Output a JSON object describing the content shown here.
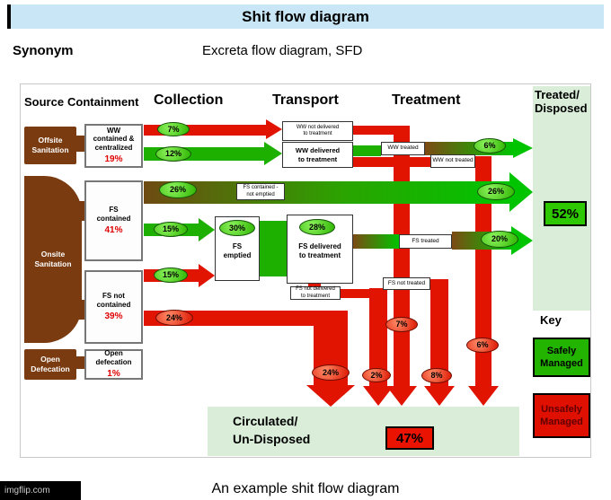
{
  "header": {
    "title": "Shit flow diagram"
  },
  "synonym": {
    "label": "Synonym",
    "value": "Excreta flow diagram, SFD"
  },
  "caption": "An example shit flow diagram",
  "watermark": "imgflip.com",
  "colors": {
    "header_blue": "#c9e6f6",
    "safely_managed_green": "#23b400",
    "unsafely_managed_red": "#e01400",
    "source_brown": "#7a3b10",
    "treated_band_green": "#d9edd9",
    "pct_red_text": "#e00000"
  },
  "diagram": {
    "columns": {
      "source": "Source",
      "containment": "Containment",
      "collection": "Collection",
      "transport": "Transport",
      "treatment": "Treatment"
    },
    "sources": {
      "offsite": "Offsite\nSanitation",
      "onsite": "Onsite\nSanitation",
      "open_defecation": "Open\nDefecation"
    },
    "containment": {
      "ww": {
        "label": "WW\ncontained &\ncentralized",
        "pct": "19%"
      },
      "fs_contained": {
        "label": "FS\ncontained",
        "pct": "41%"
      },
      "fs_not_contained": {
        "label": "FS not\ncontained",
        "pct": "39%"
      },
      "open_defecation": {
        "label": "Open\ndefecation",
        "pct": "1%"
      }
    },
    "boxes": {
      "ww_not_delivered": "WW not delivered\nto treatment",
      "ww_delivered": "WW delivered\nto treatment",
      "fs_contained_not_emptied": "FS contained -\nnot emptied",
      "fs_emptied": "FS\nemptied",
      "fs_delivered": "FS delivered\nto treatment",
      "fs_not_delivered": "FS not delivered\nto treatment",
      "ww_treated": "WW treated",
      "ww_not_treated": "WW not treated",
      "fs_treated": "FS treated",
      "fs_not_treated": "FS not treated"
    },
    "flows": {
      "ww_not_delivered_pct": "7%",
      "ww_delivered_pct": "12%",
      "fs_not_emptied_pct": "26%",
      "fs_emptied_from_contained_pct": "15%",
      "fs_emptied_total_pct": "30%",
      "fs_delivered_pct": "28%",
      "fs_emptied_from_not_contained_pct": "15%",
      "fs_not_contained_direct_pct": "24%",
      "fs_not_emptied_right_pct": "26%",
      "ww_treated_pct": "6%",
      "fs_treated_pct": "20%",
      "down_ww_not_delivered_pct": "7%",
      "down_ww_not_treated_pct": "6%",
      "down_fs_not_delivered_pct": "2%",
      "down_fs_not_treated_pct": "8%",
      "down_fs_not_contained_pct": "24%"
    },
    "results": {
      "treated_header": "Treated/\nDisposed",
      "treated_total_pct": "52%",
      "undisposed_label": "Circulated/\nUn-Disposed",
      "undisposed_total_pct": "47%"
    },
    "key": {
      "title": "Key",
      "safe": "Safely\nManaged",
      "unsafe": "Unsafely\nManaged"
    }
  }
}
